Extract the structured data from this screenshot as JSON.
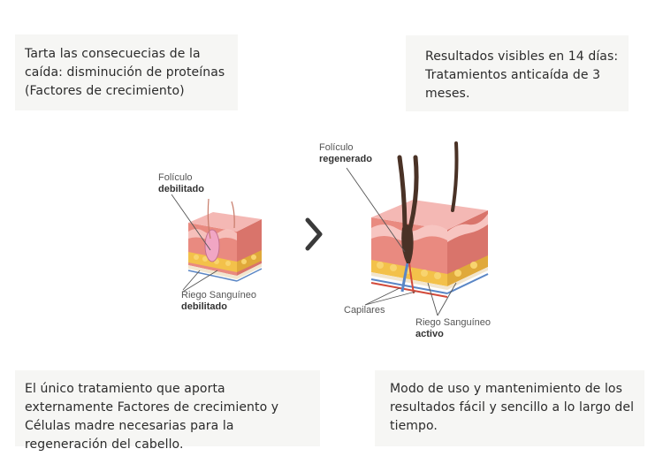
{
  "boxes": {
    "top_left": "Tarta las consecuecias de la caída: disminución de proteínas (Factores de crecimiento)",
    "top_right": "Resultados visibles en 14 días: Tratamientos anticaída de 3 meses.",
    "bottom_left": "El único tratamiento que aporta externamente Factores de crecimiento y Células madre necesarias para la regeneración del cabello.",
    "bottom_right": "Modo de uso y mantenimiento de los resultados fácil y sencillo a lo largo del tiempo."
  },
  "labels": {
    "folicle_weak_1": "Folículo",
    "folicle_weak_2": "debilitado",
    "blood_weak_1": "Riego Sanguíneo",
    "blood_weak_2": "debilitado",
    "folicle_regen_1": "Folículo",
    "folicle_regen_2": "regenerado",
    "capillaries": "Capilares",
    "blood_active_1": "Riego Sanguíneo",
    "blood_active_2": "activo"
  },
  "icons": {
    "arrow": "chevron-right-icon"
  },
  "colors": {
    "box_bg": "#f6f6f4",
    "skin_top": "#f4b8b4",
    "skin_side": "#e98a80",
    "fat": "#f3c14a",
    "hair": "#4a3226"
  }
}
